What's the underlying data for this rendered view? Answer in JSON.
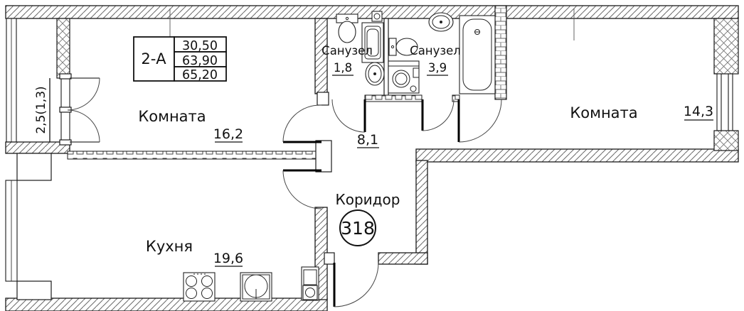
{
  "plan": {
    "apartment_number": "318",
    "info_table": {
      "type_label": "2-А",
      "rows": [
        "30,50",
        "63,90",
        "65,20"
      ]
    },
    "rooms": [
      {
        "id": "living-room-1",
        "label": "Комната",
        "area": "16,2"
      },
      {
        "id": "living-room-2",
        "label": "Комната",
        "area": "14,3"
      },
      {
        "id": "kitchen",
        "label": "Кухня",
        "area": "19,6"
      },
      {
        "id": "bathroom-1",
        "label": "Санузел",
        "area": "1,8"
      },
      {
        "id": "bathroom-2",
        "label": "Санузел",
        "area": "3,9"
      },
      {
        "id": "hallway",
        "label": "Коридор",
        "area": "8,1"
      },
      {
        "id": "balcony",
        "label": "",
        "area": "2,5(1,3)"
      }
    ],
    "fixtures": [
      "toilet-icon",
      "shower-cabinet-icon",
      "washbasin-round-icon",
      "toilet-icon",
      "washing-machine-icon",
      "washbasin-oval-icon",
      "bathtub-icon",
      "stove-icon",
      "kitchen-sink-icon",
      "boiler-icon",
      "vent-icon"
    ],
    "colors": {
      "line": "#1a1a1a",
      "background": "#ffffff"
    }
  }
}
